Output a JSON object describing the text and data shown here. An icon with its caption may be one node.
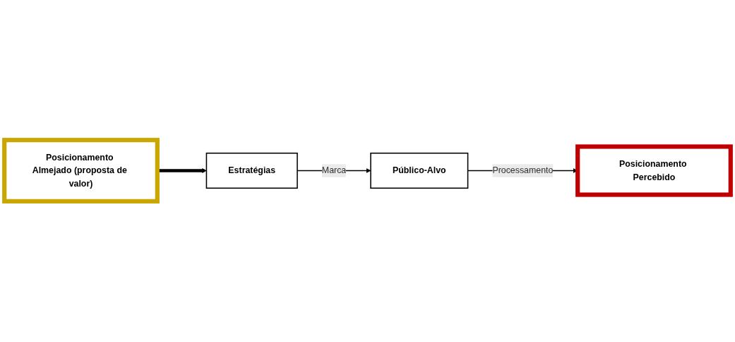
{
  "diagram": {
    "nodes": [
      {
        "text": [
          "Posicionamento Almejado (proposta de valor)"
        ]
      },
      {
        "text": [
          "Estratégias"
        ]
      },
      {
        "text": [
          "Público-Alvo"
        ]
      },
      {
        "text": [
          "Posicionamento Percebido"
        ]
      }
    ],
    "edges": [
      {
        "from": 0,
        "to": 1,
        "arrow": "to",
        "style": "thick"
      },
      {
        "from": 1,
        "to": 2,
        "arrow": "to",
        "label": "Marca"
      },
      {
        "from": 2,
        "to": 3,
        "arrow": "to",
        "label": "Processamento"
      }
    ]
  }
}
